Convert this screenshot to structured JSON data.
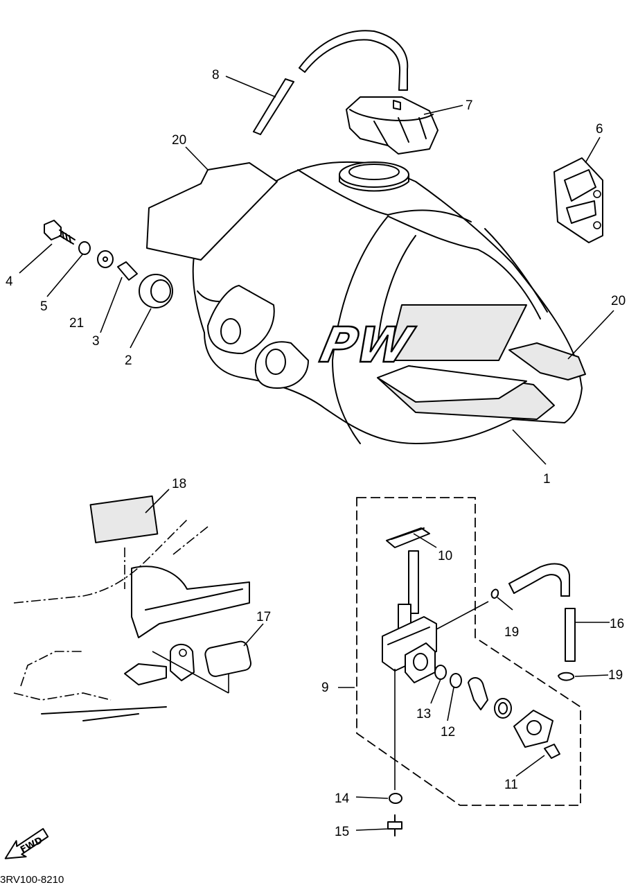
{
  "diagram_code": "3RV100-8210",
  "tank_logo": "PW",
  "direction_arrow": "FWD",
  "callouts": [
    {
      "id": "c1",
      "label": "1"
    },
    {
      "id": "c2",
      "label": "2"
    },
    {
      "id": "c3",
      "label": "3"
    },
    {
      "id": "c4",
      "label": "4"
    },
    {
      "id": "c5",
      "label": "5"
    },
    {
      "id": "c6",
      "label": "6"
    },
    {
      "id": "c7",
      "label": "7"
    },
    {
      "id": "c8",
      "label": "8"
    },
    {
      "id": "c9",
      "label": "9"
    },
    {
      "id": "c10",
      "label": "10"
    },
    {
      "id": "c11",
      "label": "11"
    },
    {
      "id": "c12",
      "label": "12"
    },
    {
      "id": "c13",
      "label": "13"
    },
    {
      "id": "c14",
      "label": "14"
    },
    {
      "id": "c15",
      "label": "15"
    },
    {
      "id": "c16",
      "label": "16"
    },
    {
      "id": "c17",
      "label": "17"
    },
    {
      "id": "c18",
      "label": "18"
    },
    {
      "id": "c19a",
      "label": "19"
    },
    {
      "id": "c19b",
      "label": "19"
    },
    {
      "id": "c20a",
      "label": "20"
    },
    {
      "id": "c20b",
      "label": "20"
    },
    {
      "id": "c21",
      "label": "21"
    }
  ]
}
